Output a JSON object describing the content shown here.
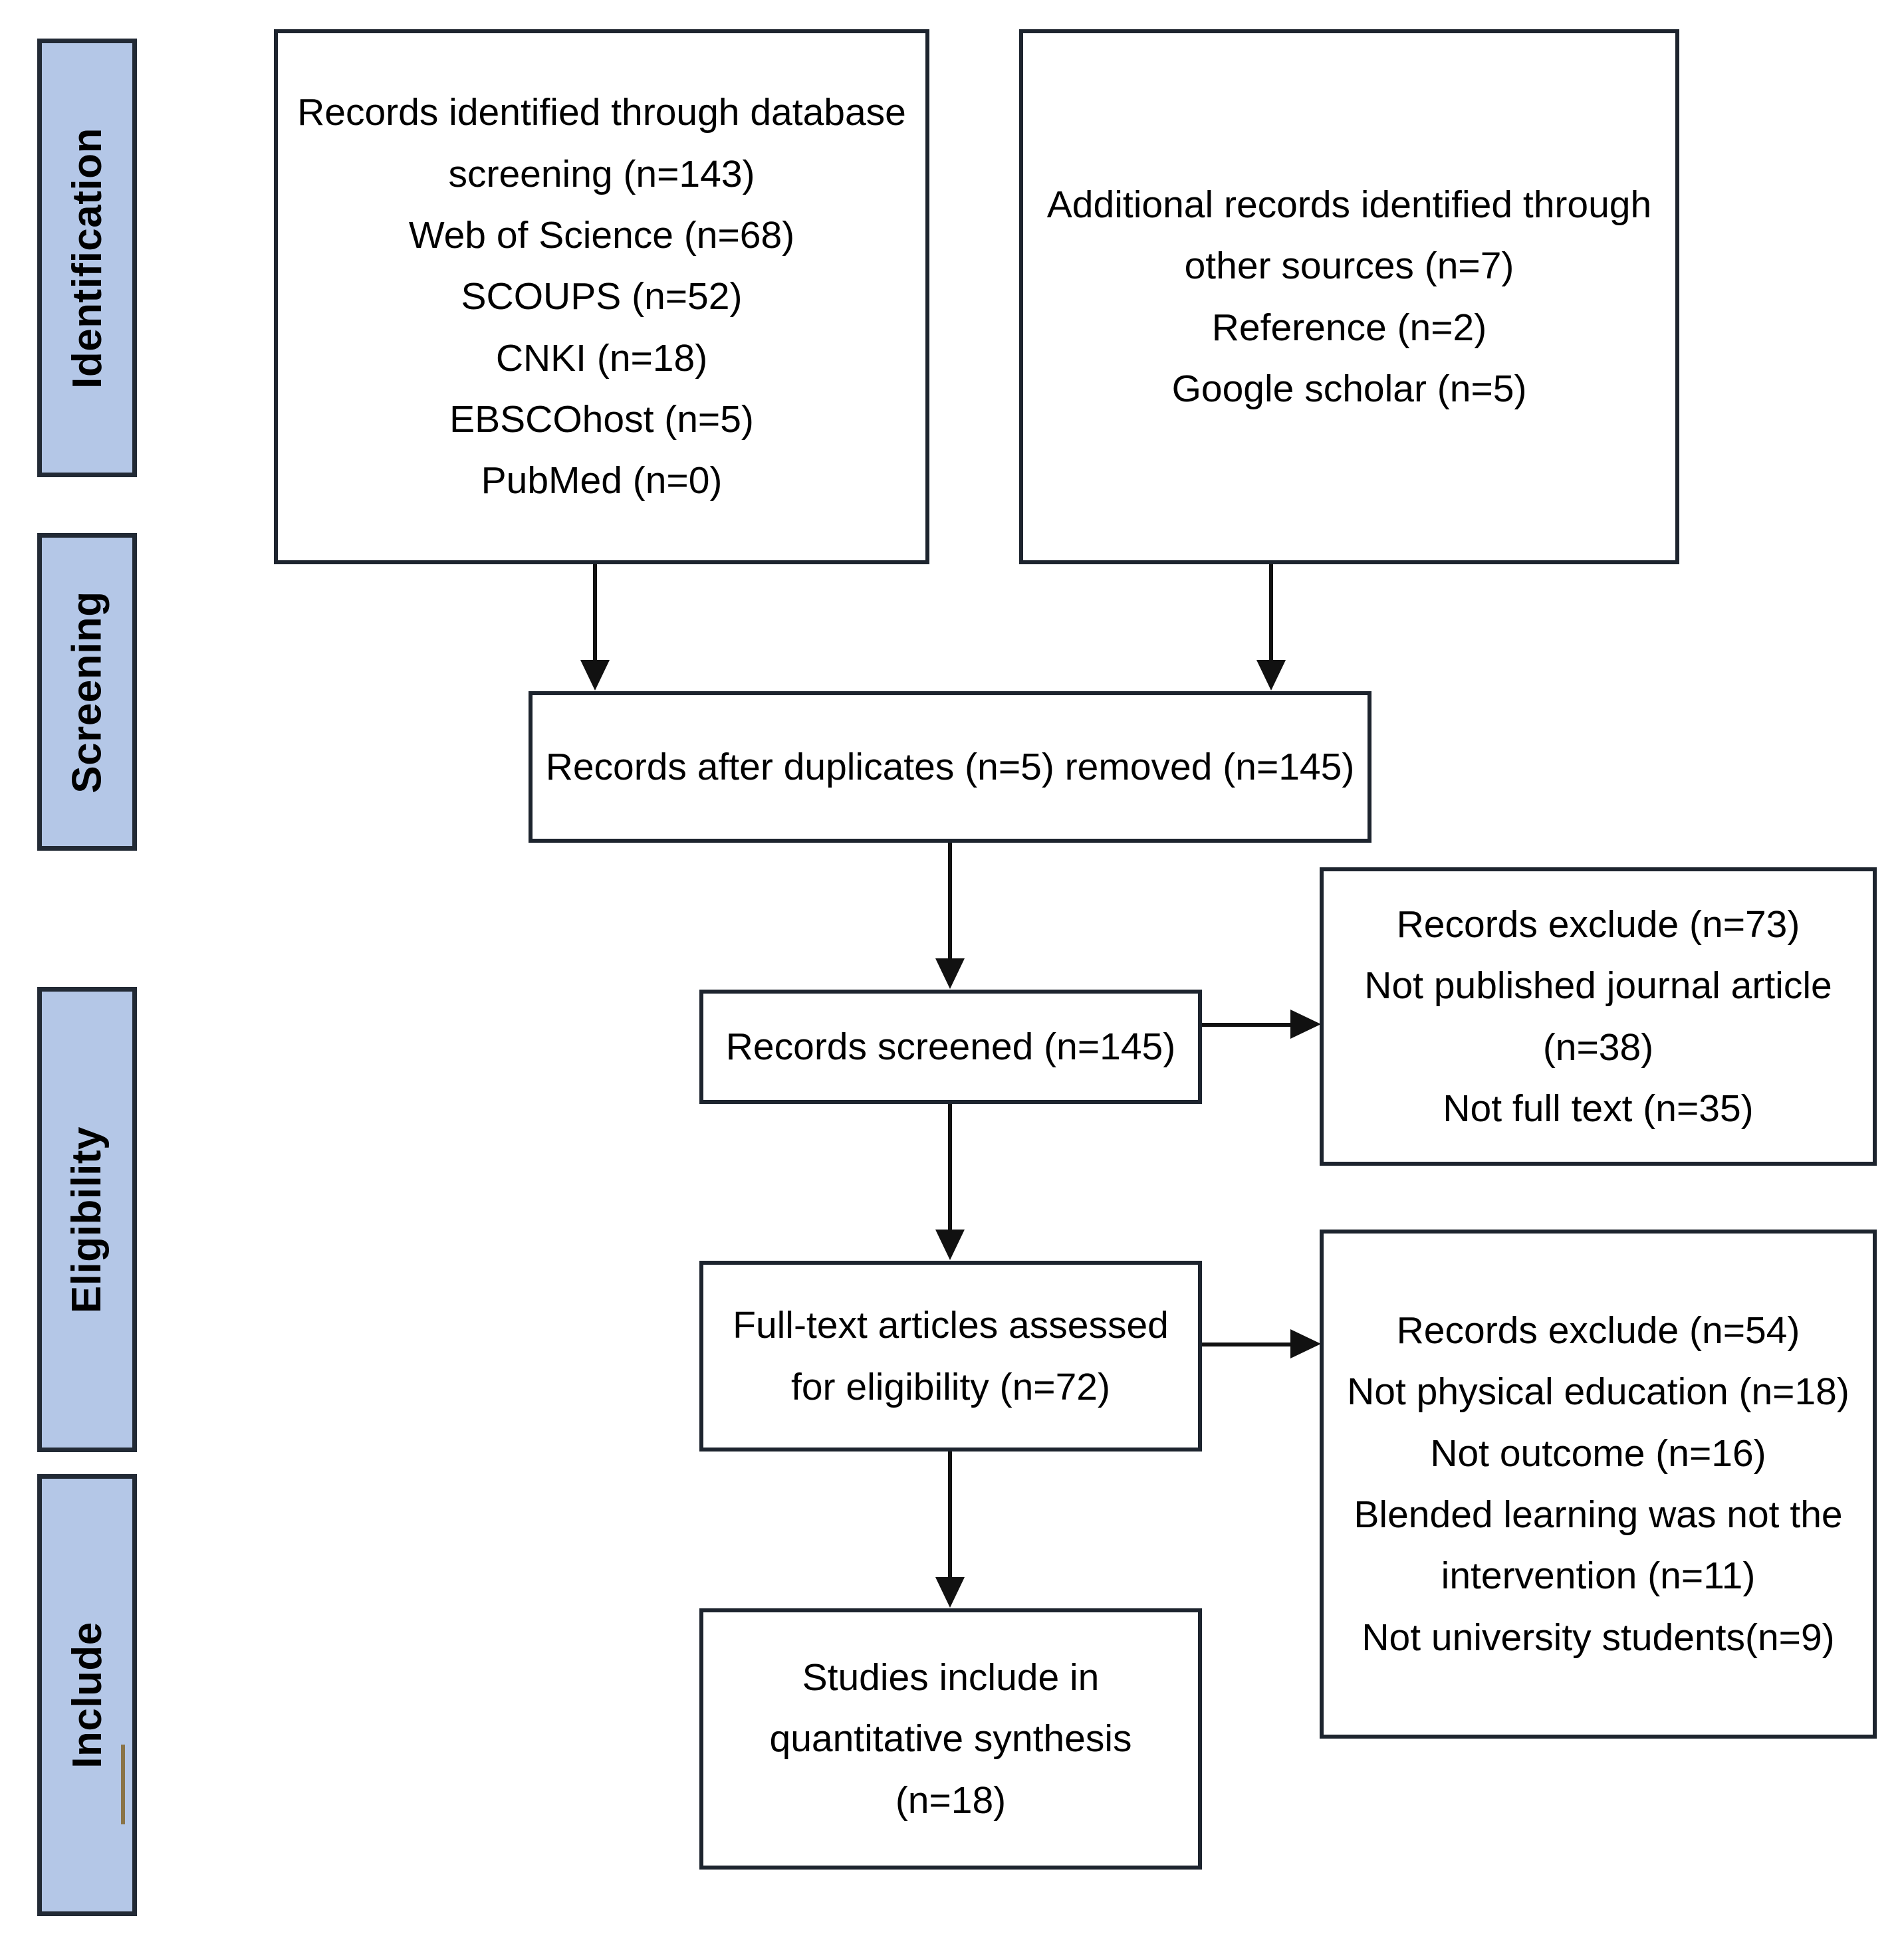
{
  "diagram": {
    "type": "prisma-flow-diagram",
    "colors": {
      "stage_fill": "#b4c7e7",
      "stage_border": "#222a35",
      "node_border": "#1d242e",
      "node_fill": "#ffffff",
      "connector": "#111111",
      "include_tick": "#8a7448"
    }
  },
  "stages": [
    {
      "id": "identification",
      "label": "Identification"
    },
    {
      "id": "screening",
      "label": "Screening"
    },
    {
      "id": "eligibility",
      "label": "Eligibility"
    },
    {
      "id": "include",
      "label": "Include"
    }
  ],
  "nodes": {
    "database_records": {
      "lines": [
        "Records identified through database",
        "screening (n=143)",
        "Web of Science (n=68)",
        "SCOUPS (n=52)",
        "CNKI (n=18)",
        "EBSCOhost (n=5)",
        "PubMed (n=0)"
      ]
    },
    "other_sources": {
      "lines": [
        "Additional records identified through",
        "other sources (n=7)",
        "Reference (n=2)",
        "Google scholar (n=5)"
      ]
    },
    "after_duplicates": {
      "lines": [
        "Records after duplicates (n=5) removed (n=145)"
      ]
    },
    "records_screened": {
      "lines": [
        "Records screened (n=145)"
      ]
    },
    "records_excluded_screening": {
      "lines": [
        "Records exclude (n=73)",
        "Not published journal article",
        "(n=38)",
        "Not full text (n=35)"
      ]
    },
    "fulltext_assessed": {
      "lines": [
        "Full-text articles assessed",
        "for eligibility (n=72)"
      ]
    },
    "records_excluded_eligibility": {
      "lines": [
        "Records exclude (n=54)",
        "Not physical education (n=18)",
        "Not outcome (n=16)",
        "Blended learning was not the",
        "intervention (n=11)",
        "Not university students(n=9)"
      ]
    },
    "studies_included": {
      "lines": [
        "Studies include in",
        "quantitative synthesis",
        "(n=18)"
      ]
    }
  },
  "chart_data": {
    "type": "diagram",
    "title": "PRISMA flow diagram",
    "counts": {
      "identified_database_total": 143,
      "web_of_science": 68,
      "scoups": 52,
      "cnki": 18,
      "ebscohost": 5,
      "pubmed": 0,
      "other_sources_total": 7,
      "reference": 2,
      "google_scholar": 5,
      "duplicates_removed": 5,
      "after_duplicates": 145,
      "records_screened": 145,
      "records_excluded_screening": 73,
      "not_published_journal_article": 38,
      "not_full_text": 35,
      "fulltext_assessed": 72,
      "records_excluded_eligibility": 54,
      "not_physical_education": 18,
      "not_outcome": 16,
      "blended_learning_not_intervention": 11,
      "not_university_students": 9,
      "studies_included": 18
    }
  }
}
